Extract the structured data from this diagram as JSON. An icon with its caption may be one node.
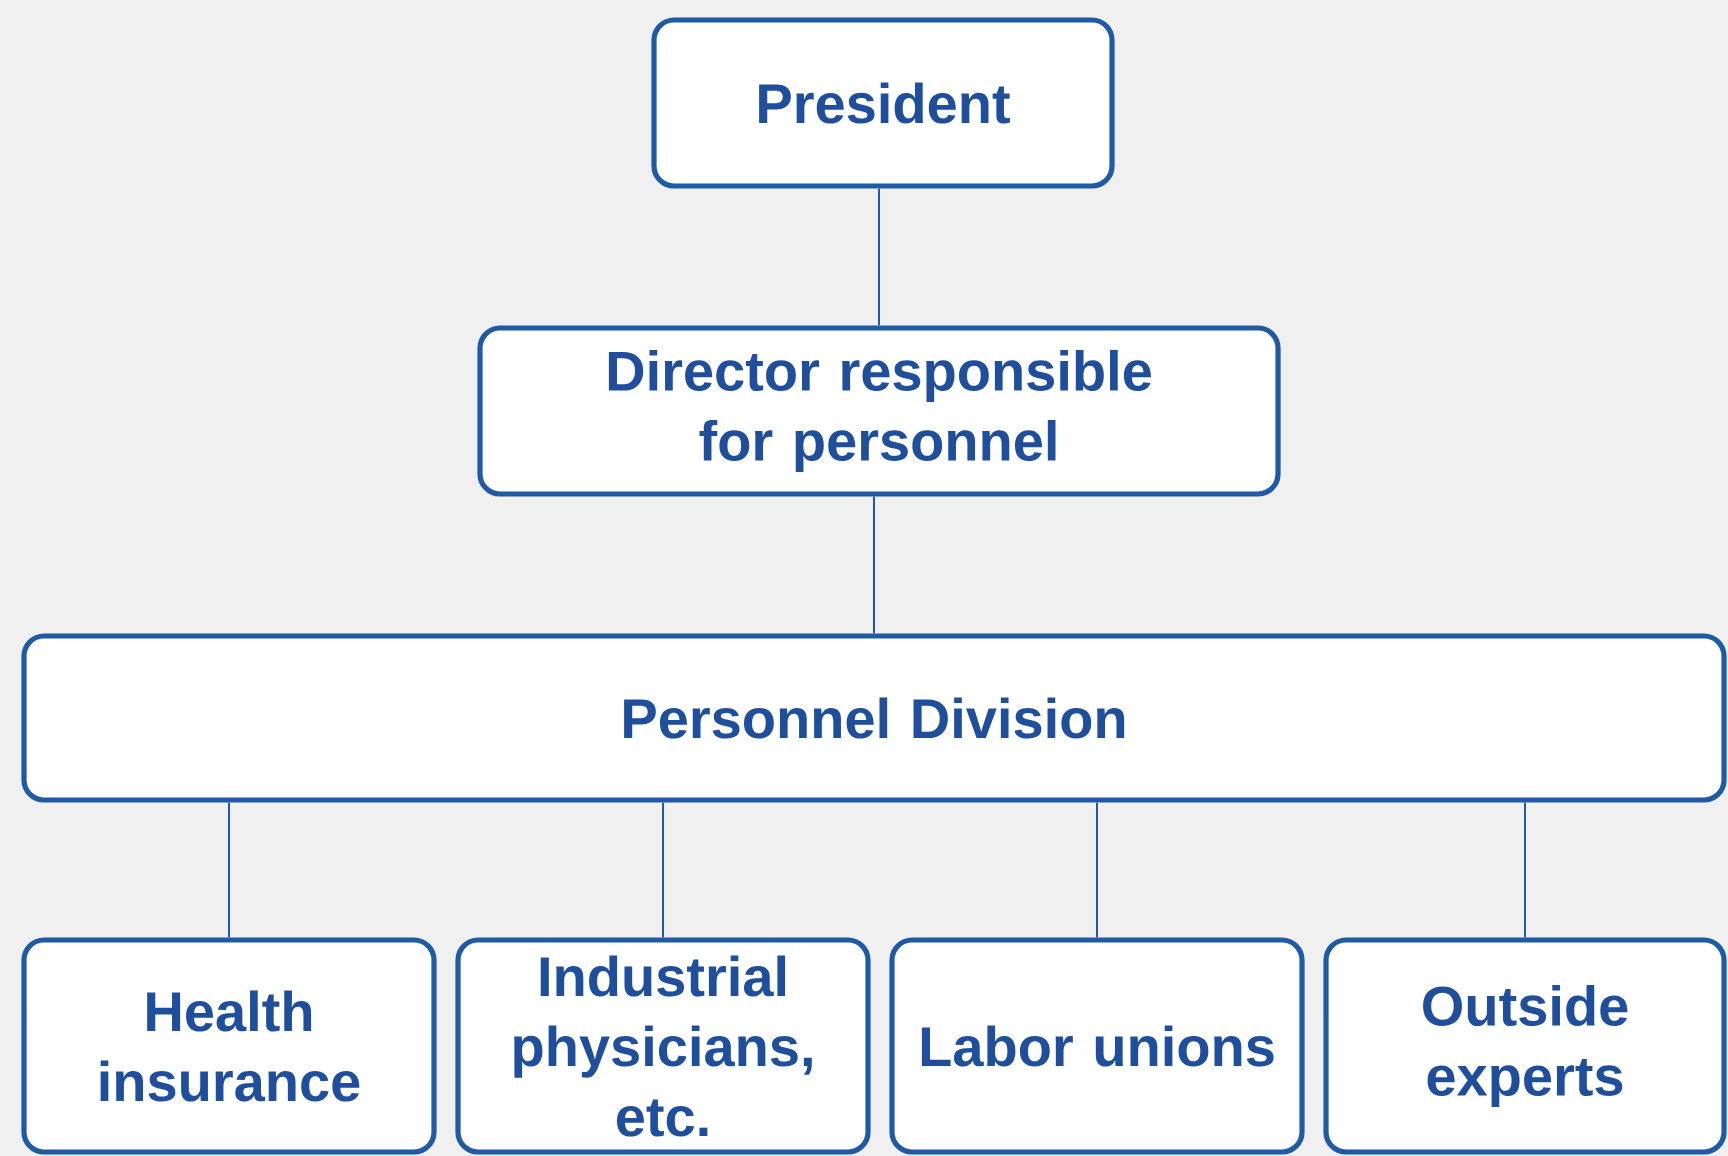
{
  "diagram": {
    "nodes": [
      {
        "text": [
          "President"
        ]
      },
      {
        "text": [
          "Director responsible for personnel"
        ]
      },
      {
        "text": [
          "Personnel Division"
        ]
      },
      {
        "text": [
          "Health insurance"
        ]
      },
      {
        "text": [
          "Industrial physicians, etc."
        ]
      },
      {
        "text": [
          "Labor unions"
        ]
      },
      {
        "text": [
          "Outside experts"
        ]
      }
    ],
    "edges": [
      {
        "from": 0,
        "to": 1,
        "arrow": "none"
      },
      {
        "from": 1,
        "to": 2,
        "arrow": "none"
      },
      {
        "from": 2,
        "to": 3,
        "arrow": "none"
      },
      {
        "from": 2,
        "to": 4,
        "arrow": "none"
      },
      {
        "from": 2,
        "to": 5,
        "arrow": "none"
      },
      {
        "from": 2,
        "to": 6,
        "arrow": "none"
      }
    ]
  }
}
